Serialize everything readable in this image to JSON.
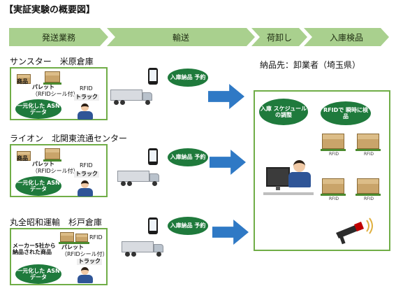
{
  "title": "【実証実験の概要図】",
  "process_steps": [
    "発送業務",
    "輸送",
    "荷卸し",
    "入庫検品"
  ],
  "destination": "納品先：卸業者（埼玉県）",
  "warehouses": [
    {
      "name": "サンスター　米原倉庫",
      "goods_label": "商品",
      "pallet_label": "パレット",
      "rfid_note": "（RFIDシール付）",
      "rfid_label": "RFID",
      "truck_label": "トラック",
      "asn_label": "一元化した ASNデータ",
      "booking_label": "入庫納品 予約"
    },
    {
      "name": "ライオン　北関東流通センター",
      "goods_label": "商品",
      "pallet_label": "パレット",
      "rfid_note": "（RFIDシール付）",
      "rfid_label": "RFID",
      "truck_label": "トラック",
      "asn_label": "一元化した ASNデータ",
      "booking_label": "入庫納品 予約"
    },
    {
      "name": "丸全昭和運輸　杉戸倉庫",
      "goods_label": "メーカー5社から 納品された商品",
      "pallet_label": "パレット",
      "rfid_note": "（RFIDシール付）",
      "rfid_label": "RFID",
      "truck_label": "トラック",
      "asn_label": "一元化した ASNデータ",
      "booking_label": "入庫納品 予約"
    }
  ],
  "dest_items": {
    "schedule": "入庫 スケジュール の調整",
    "rfid_check": "RFIDで 瞬時に検品",
    "rfid_tags": [
      "RFID",
      "RFID",
      "RFID",
      "RFID"
    ]
  },
  "colors": {
    "chevron": "#a9d08e",
    "dark_green": "#1f7a3c",
    "border_green": "#70ad47",
    "arrow_blue": "#2f79c5"
  }
}
